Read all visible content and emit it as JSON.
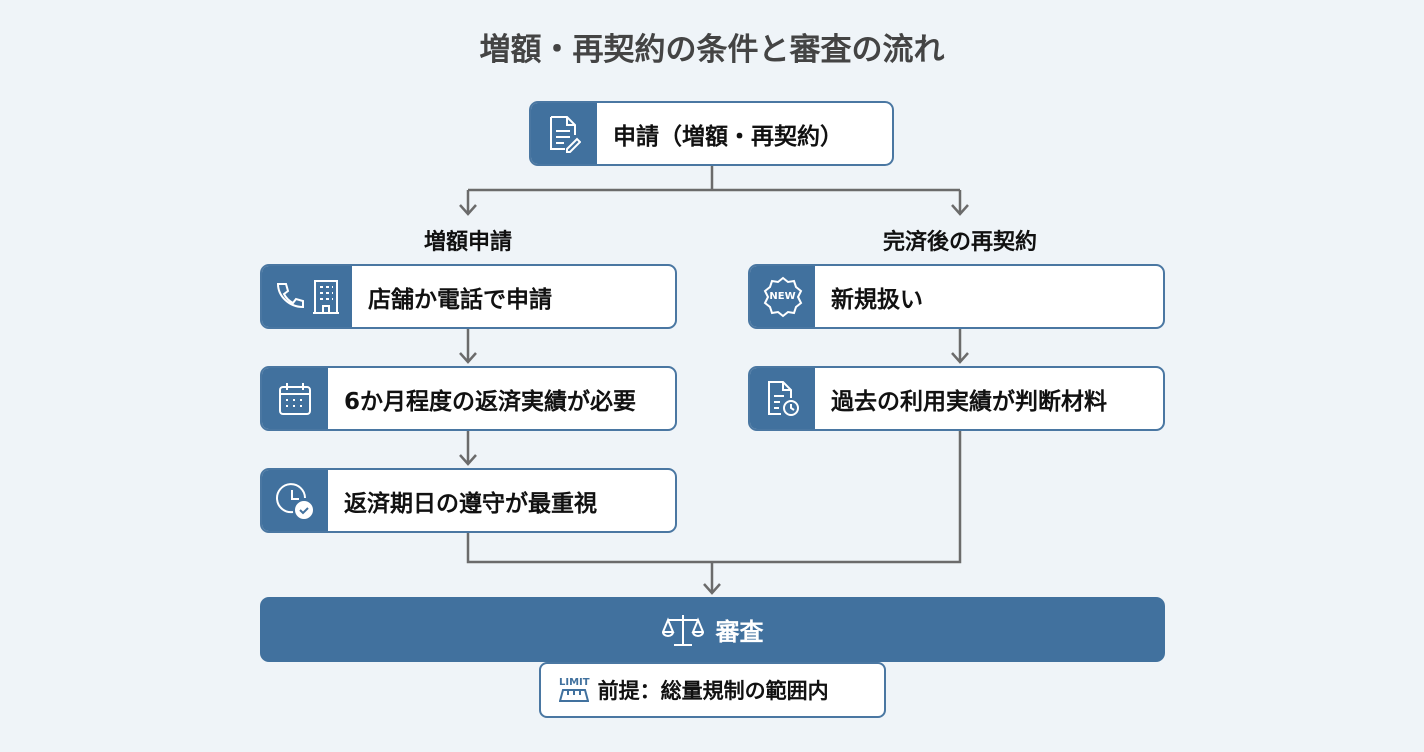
{
  "title": "増額・再契約の条件と審査の流れ",
  "start": {
    "label": "申請（増額・再契約）",
    "icon": "document-edit-icon"
  },
  "left": {
    "heading": "増額申請",
    "steps": [
      {
        "label": "店舗か電話で申請",
        "icon": "phone-building-icon"
      },
      {
        "label": "6か月程度の返済実績が必要",
        "icon": "calendar-icon"
      },
      {
        "label": "返済期日の遵守が最重視",
        "icon": "clock-check-icon"
      }
    ]
  },
  "right": {
    "heading": "完済後の再契約",
    "steps": [
      {
        "label": "新規扱い",
        "icon": "new-badge-icon",
        "badge": "NEW"
      },
      {
        "label": "過去の利用実績が判断材料",
        "icon": "document-history-icon"
      }
    ]
  },
  "review": {
    "label": "審査",
    "icon": "scale-icon"
  },
  "note": {
    "label": "前提：総量規制の範囲内",
    "icon": "limit-ruler-icon",
    "icon_text": "LIMIT"
  },
  "colors": {
    "primary": "#41719e",
    "line": "#666666",
    "background": "#eff4f8"
  }
}
